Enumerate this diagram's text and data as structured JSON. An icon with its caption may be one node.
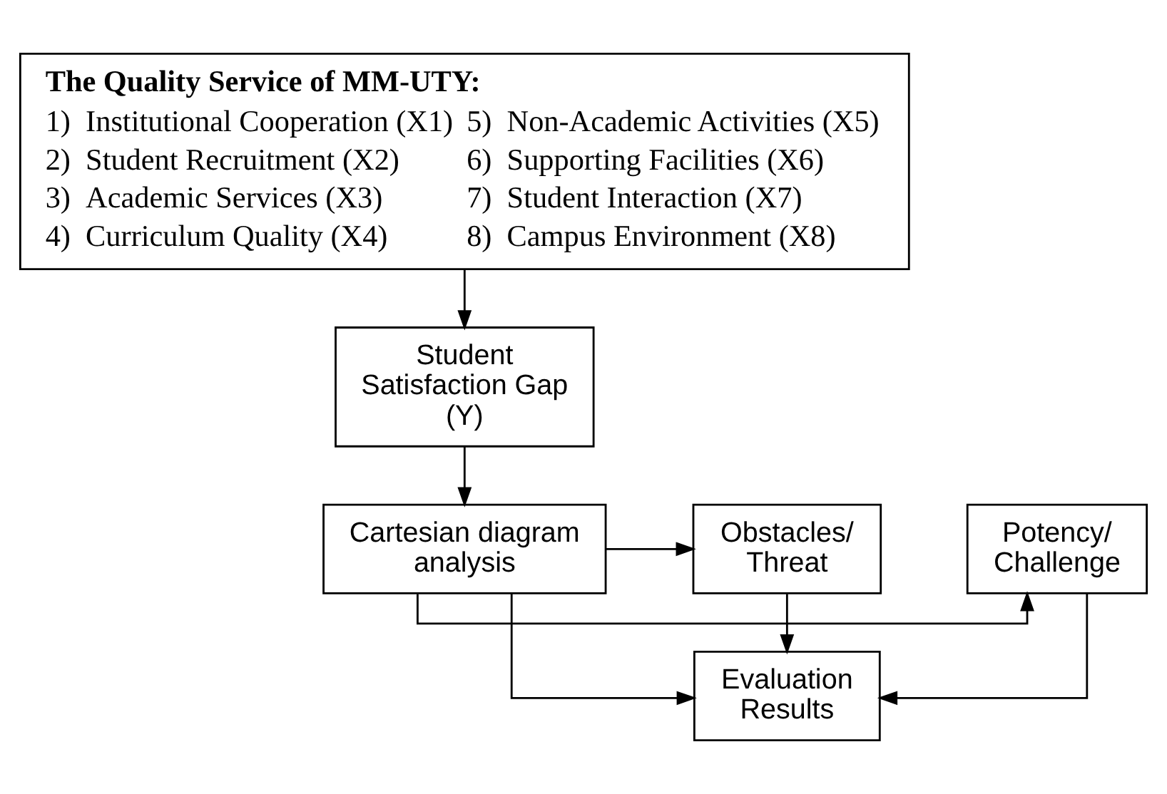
{
  "diagram": {
    "nodes": [
      {
        "text": [
          "The Quality Service of MM-UTY:",
          "1)  Institutional Cooperation (X1)",
          "2)  Student Recruitment (X2)",
          "3)  Academic Services (X3)",
          "4)  Curriculum Quality (X4)",
          "5)  Non-Academic Activities (X5)",
          "6)  Supporting Facilities (X6)",
          "7)  Student Interaction (X7)",
          "8)  Campus Environment (X8)"
        ]
      },
      {
        "text": [
          "Student Satisfaction Gap (Y)"
        ]
      },
      {
        "text": [
          "Cartesian diagram analysis"
        ]
      },
      {
        "text": [
          "Potency/ Challenge"
        ]
      },
      {
        "text": [
          "Obstacles/ Threat"
        ]
      },
      {
        "text": [
          "Evaluation Results"
        ]
      }
    ],
    "edges": [
      {
        "from": 0,
        "to": 1,
        "arrow": "to"
      },
      {
        "from": 1,
        "to": 2,
        "arrow": "to"
      },
      {
        "from": 2,
        "to": 3,
        "arrow": "to"
      },
      {
        "from": 2,
        "to": 4,
        "arrow": "to"
      },
      {
        "from": 2,
        "to": 5,
        "arrow": "to"
      },
      {
        "from": 3,
        "to": 5,
        "arrow": "to"
      },
      {
        "from": 4,
        "to": 5,
        "arrow": "to"
      }
    ]
  }
}
